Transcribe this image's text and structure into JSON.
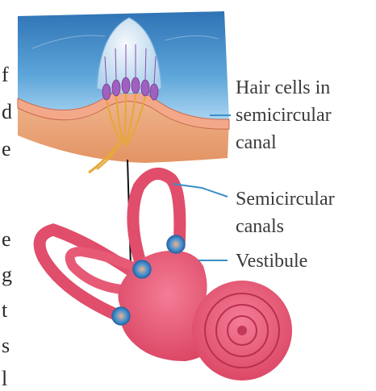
{
  "labels": {
    "hair_cells": [
      "Hair cells in",
      "semicircular",
      "canal"
    ],
    "semicircular_canals": [
      "Semicircular",
      "canals"
    ],
    "vestibule": "Vestibule"
  },
  "edge_text": [
    "f",
    "d",
    "e",
    "e",
    "g",
    "t",
    "s",
    "l"
  ],
  "colors": {
    "inner_ear": "#e8506e",
    "inner_ear_dark": "#b32d4d",
    "inner_ear_light": "#f58aa0",
    "fluid": "#3b86c4",
    "fluid_light": "#8fc3e6",
    "tissue": "#e8a070",
    "hair_cell": "#a060c0",
    "nerve": "#e6a83a",
    "leader_line": "#3a8ec8"
  }
}
